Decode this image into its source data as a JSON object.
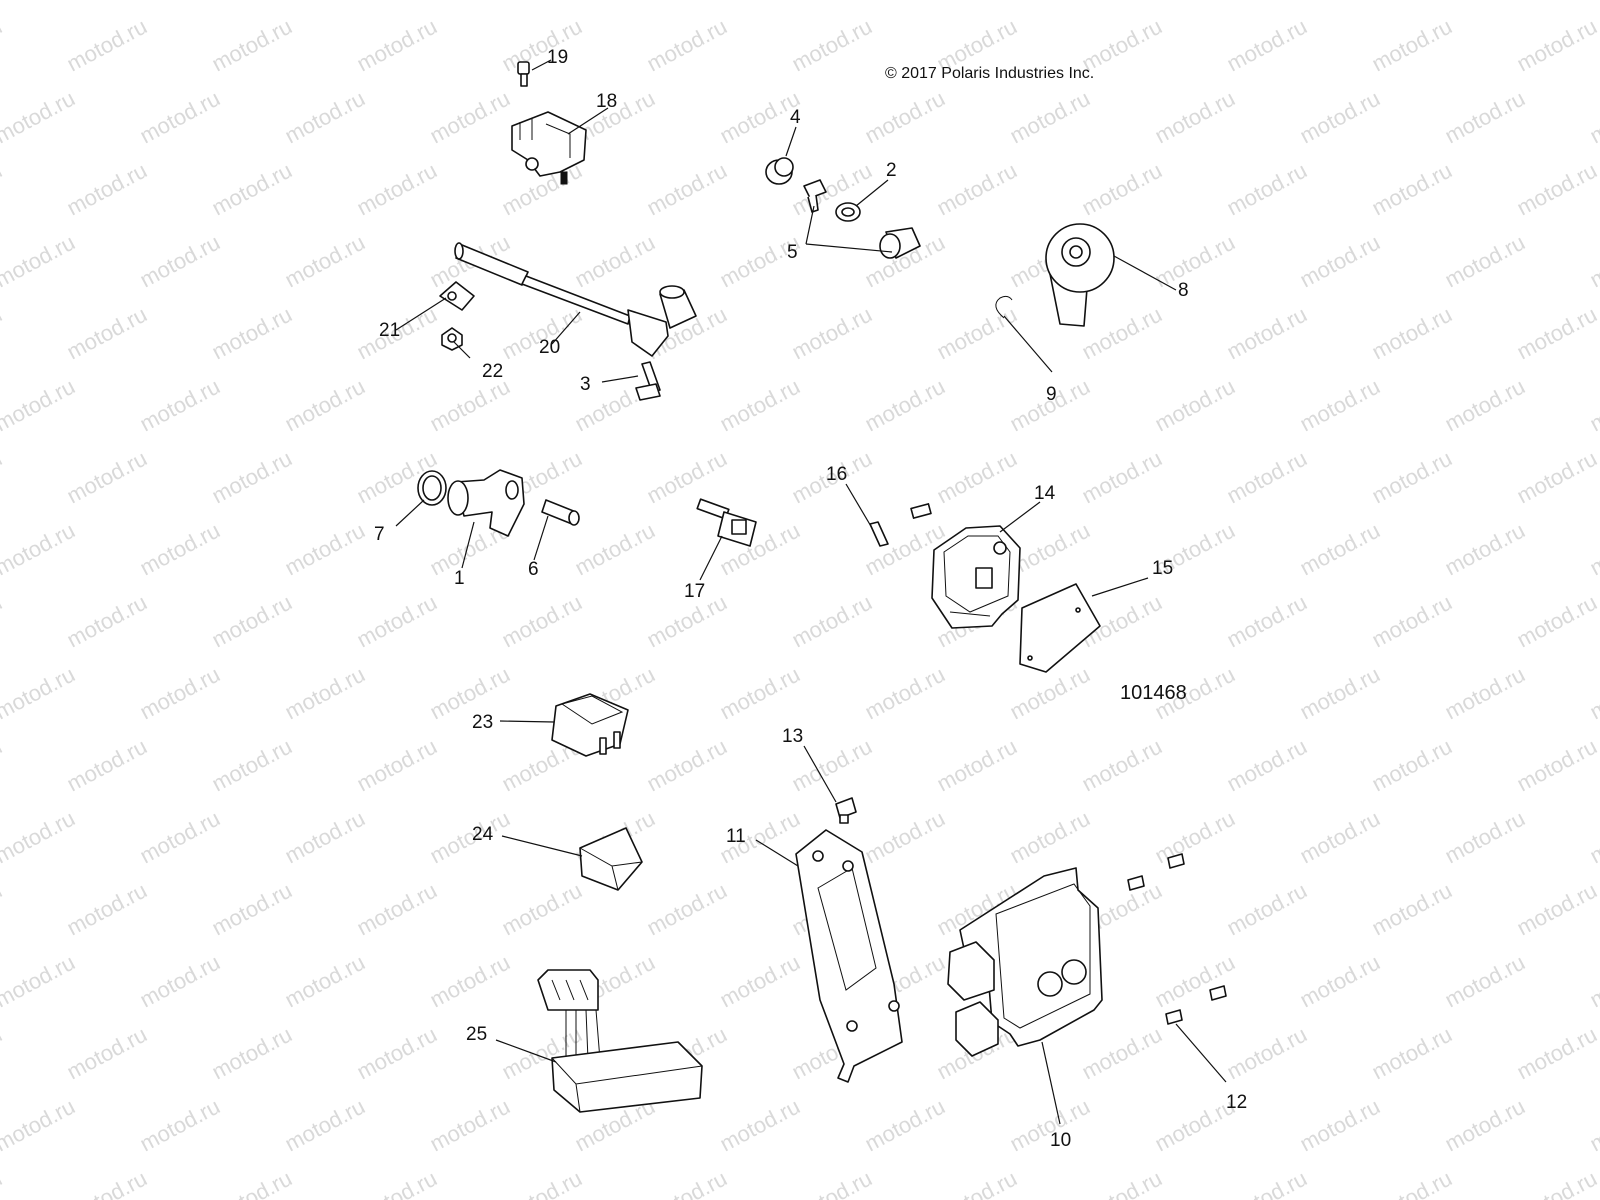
{
  "copyright": "© 2017 Polaris Industries Inc.",
  "reference_number": "101468",
  "watermark": "motod.ru",
  "callouts": [
    "1",
    "2",
    "3",
    "4",
    "5",
    "6",
    "7",
    "8",
    "9",
    "10",
    "11",
    "12",
    "13",
    "14",
    "15",
    "16",
    "17",
    "18",
    "19",
    "20",
    "21",
    "22",
    "23",
    "24",
    "25"
  ]
}
